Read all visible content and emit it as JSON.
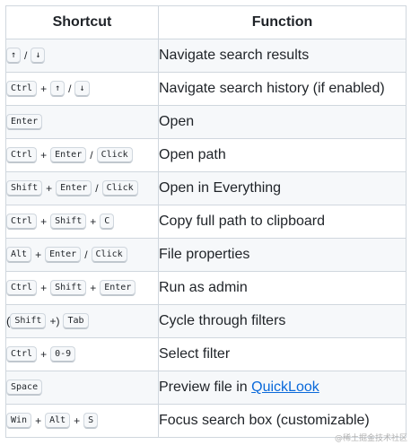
{
  "headers": {
    "shortcut": "Shortcut",
    "function": "Function"
  },
  "rows": [
    {
      "k": [
        "↑",
        "/",
        "↓"
      ],
      "f": "Navigate search results"
    },
    {
      "k": [
        "Ctrl",
        "+",
        "↑",
        "/",
        "↓"
      ],
      "f": "Navigate search history (if enabled)"
    },
    {
      "k": [
        "Enter"
      ],
      "f": "Open"
    },
    {
      "k": [
        "Ctrl",
        "+",
        "Enter",
        "/",
        "Click"
      ],
      "f": "Open path"
    },
    {
      "k": [
        "Shift",
        "+",
        "Enter",
        "/",
        "Click"
      ],
      "f": "Open in Everything"
    },
    {
      "k": [
        "Ctrl",
        "+",
        "Shift",
        "+",
        "C"
      ],
      "f": "Copy full path to clipboard"
    },
    {
      "k": [
        "Alt",
        "+",
        "Enter",
        "/",
        "Click"
      ],
      "f": "File properties"
    },
    {
      "k": [
        "Ctrl",
        "+",
        "Shift",
        "+",
        "Enter"
      ],
      "f": "Run as admin"
    },
    {
      "k": [
        "(",
        "Shift",
        "+)",
        "Tab"
      ],
      "f": "Cycle through filters"
    },
    {
      "k": [
        "Ctrl",
        "+",
        "0-9"
      ],
      "f": "Select filter"
    },
    {
      "k": [
        "Space"
      ],
      "f": "Preview file in ",
      "link": "QuickLook"
    },
    {
      "k": [
        "Win",
        "+",
        "Alt",
        "+",
        "S"
      ],
      "f": "Focus search box (customizable)"
    }
  ],
  "watermark": "@稀土掘金技术社区"
}
